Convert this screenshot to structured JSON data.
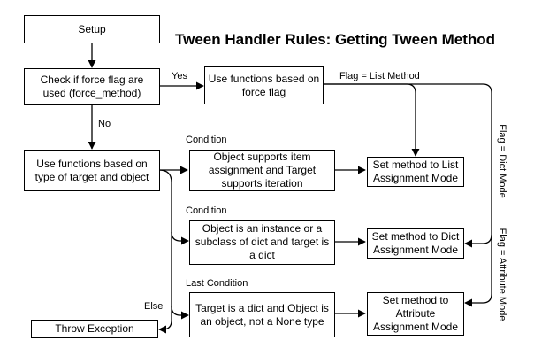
{
  "title": "Tween Handler Rules: Getting Tween Method",
  "nodes": {
    "setup": "Setup",
    "check_force": "Check if force flag are used (force_method)",
    "use_force": "Use functions based on force flag",
    "use_type": "Use functions based on type of target and object",
    "cond_list": "Object supports item assignment and Target supports iteration",
    "cond_dict": "Object is an instance or a subclass of dict and target is a dict",
    "cond_attr": "Target is a dict and Object is an object, not a None type",
    "set_list": "Set method to List Assignment Mode",
    "set_dict": "Set method to Dict Assignment Mode",
    "set_attr": "Set method to Attribute Assignment Mode",
    "throw": "Throw Exception"
  },
  "edge_labels": {
    "yes": "Yes",
    "no": "No",
    "condition_1": "Condition",
    "condition_2": "Condition",
    "last_condition": "Last Condition",
    "else": "Else",
    "flag_list": "Flag = List Method",
    "flag_dict": "Flag = Dict Mode",
    "flag_attr": "Flag = Attribute Mode"
  }
}
